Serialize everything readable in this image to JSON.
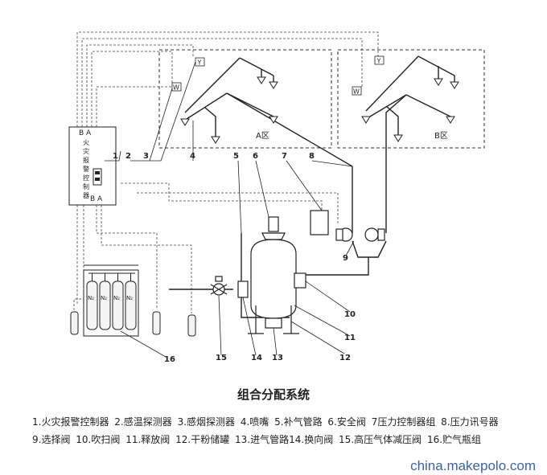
{
  "controller": {
    "name_chars": [
      "火",
      "灾",
      "报",
      "警",
      "控",
      "制",
      "器"
    ],
    "top_tag": "B  A",
    "bottom_tag": "B A"
  },
  "zones": {
    "a": "A区",
    "b": "B区"
  },
  "detector_tags": {
    "y": "Y",
    "w": "W"
  },
  "gas_label": "N₂",
  "callouts": [
    "1",
    "2",
    "3",
    "4",
    "5",
    "6",
    "7",
    "8",
    "9",
    "10",
    "11",
    "12",
    "13",
    "14",
    "15",
    "16"
  ],
  "title": "组合分配系统",
  "legend": {
    "row1": [
      "1.火灾报警控制器",
      "2.感温探测器",
      "3.感烟探测器",
      "4.喷嘴",
      "5.补气管路",
      "6.安全阀",
      "7压力控制器组",
      "8.压力讯号器"
    ],
    "row2": [
      "9.选择阀",
      "10.吹扫阀",
      "11.释放阀",
      "12.干粉储罐",
      "13.进气管路14.换向阀",
      "15.高压气体减压阀",
      "16.贮气瓶组"
    ]
  },
  "watermark": "china.makepolo.com"
}
